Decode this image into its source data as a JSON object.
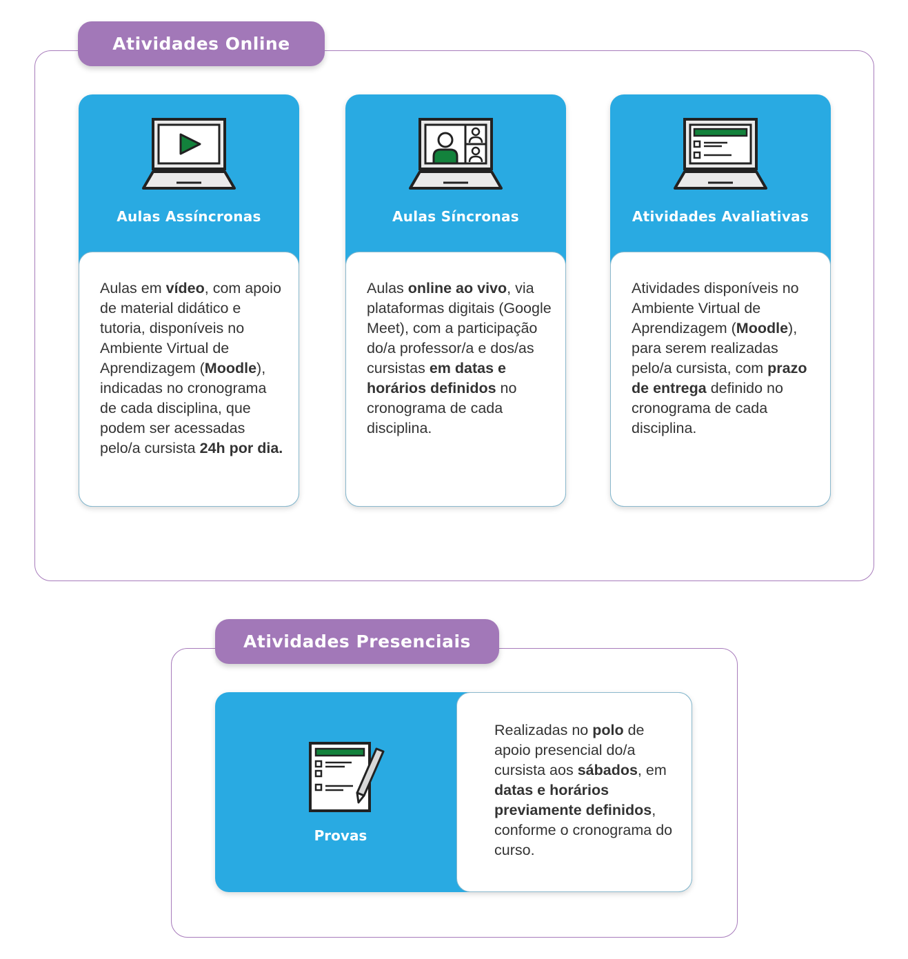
{
  "online": {
    "title": "Atividades Online",
    "cards": [
      {
        "title": "Aulas Assíncronas",
        "icon": "video-laptop-icon",
        "text": [
          {
            "t": "Aulas em "
          },
          {
            "t": "vídeo",
            "b": true
          },
          {
            "t": ", com apoio de material didático e tutoria, disponíveis no Ambiente Virtual de Aprendizagem ("
          },
          {
            "t": "Moodle",
            "b": true
          },
          {
            "t": "), indicadas no cronograma de cada disciplina, que podem ser acessadas pelo/a cursista "
          },
          {
            "t": "24h por dia.",
            "b": true
          }
        ]
      },
      {
        "title": "Aulas Síncronas",
        "icon": "video-call-laptop-icon",
        "text": [
          {
            "t": "Aulas "
          },
          {
            "t": "online ao vivo",
            "b": true
          },
          {
            "t": ", via plataformas digitais (Google Meet), com a participação do/a professor/a e dos/as cursistas "
          },
          {
            "t": "em datas e horários definidos",
            "b": true
          },
          {
            "t": " no cronograma de cada disciplina."
          }
        ]
      },
      {
        "title": "Atividades Avaliativas",
        "icon": "checklist-laptop-icon",
        "text": [
          {
            "t": "Atividades disponíveis no Ambiente Virtual de Aprendizagem ("
          },
          {
            "t": "Moodle",
            "b": true
          },
          {
            "t": "), para serem realizadas pelo/a cursista, com "
          },
          {
            "t": "prazo de entrega",
            "b": true
          },
          {
            "t": " definido no cronograma de cada disciplina."
          }
        ]
      }
    ]
  },
  "presencial": {
    "title": "Atividades Presenciais",
    "card": {
      "title": "Provas",
      "icon": "exam-sheet-pencil-icon",
      "text": [
        {
          "t": "Realizadas no "
        },
        {
          "t": "polo",
          "b": true
        },
        {
          "t": " de apoio presencial do/a cursista aos "
        },
        {
          "t": "sábados",
          "b": true
        },
        {
          "t": ", em "
        },
        {
          "t": "datas e horários previamente definidos",
          "b": true
        },
        {
          "t": ", conforme o cronograma do curso."
        }
      ]
    }
  },
  "colors": {
    "purple": "#a278b8",
    "blue": "#29aae2",
    "green": "#13823c",
    "text": "#333333"
  }
}
